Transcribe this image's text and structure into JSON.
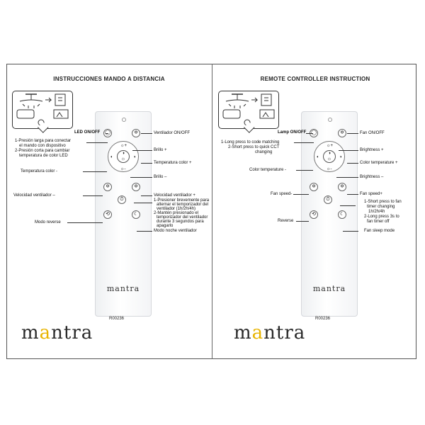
{
  "brand": {
    "name": "mantra",
    "accent_color": "#e8b400"
  },
  "panels": [
    {
      "id": "es",
      "title": "INSTRUCCIONES MANDO A DISTANCIA",
      "model": "R00236",
      "labels": {
        "lamp": "LED ON/OFF",
        "lamp_desc_1": "1-Presión larga para conectar",
        "lamp_desc_2": "el mando con dispositivo",
        "lamp_desc_3": "2-Presión corta para cambiar",
        "lamp_desc_4": "temperatura de color LED",
        "fan_onoff": "Ventilador ON/OFF",
        "bright_up": "Brillo +",
        "color_temp_plus": "Temperatura color +",
        "color_temp_minus": "Temperatura color -",
        "bright_down": "Brillo –",
        "fan_speed_down": "Velocidad ventilador –",
        "fan_speed_up": "Velocidad ventilador +",
        "timer_1": "1-Presioner brevemente para",
        "timer_2": "alternar el temporizador del",
        "timer_3": "ventilador (1h/2h/4h)",
        "timer_4": "2-Mantén presionado el",
        "timer_5": "temporizador del ventilador",
        "timer_6": "durante 3 segundos para",
        "timer_7": "apagarlo",
        "reverse": "Modo reverse",
        "sleep": "Modo noche ventilador"
      }
    },
    {
      "id": "en",
      "title": "REMOTE CONTROLLER INSTRUCTION",
      "model": "R00236",
      "labels": {
        "lamp": "Lamp ON/OFF",
        "lamp_desc_1": "1-Long press to code matching",
        "lamp_desc_2": "2-Short press to quick CCT",
        "lamp_desc_3": "changing",
        "lamp_desc_4": "",
        "fan_onoff": "Fan ON/OFF",
        "bright_up": "Brightness +",
        "color_temp_plus": "Color temperature +",
        "color_temp_minus": "Color temperature -",
        "bright_down": "Brightness –",
        "fan_speed_down": "Fan speed-",
        "fan_speed_up": "Fan speed+",
        "timer_1": "1-Short press to fan",
        "timer_2": "timer changing",
        "timer_3": "1h/2h/4h",
        "timer_4": "2-Long press 3s to",
        "timer_5": "fan timer off",
        "timer_6": "",
        "timer_7": "",
        "reverse": "Reverse",
        "sleep": "Fan sleep mode"
      }
    }
  ],
  "icons": [
    "lamp-icon",
    "fan-icon",
    "brightness-up-icon",
    "brightness-down-icon",
    "color-temp-icon",
    "fan-speed-down-icon",
    "fan-speed-up-icon",
    "timer-icon",
    "reverse-icon",
    "sleep-icon"
  ]
}
